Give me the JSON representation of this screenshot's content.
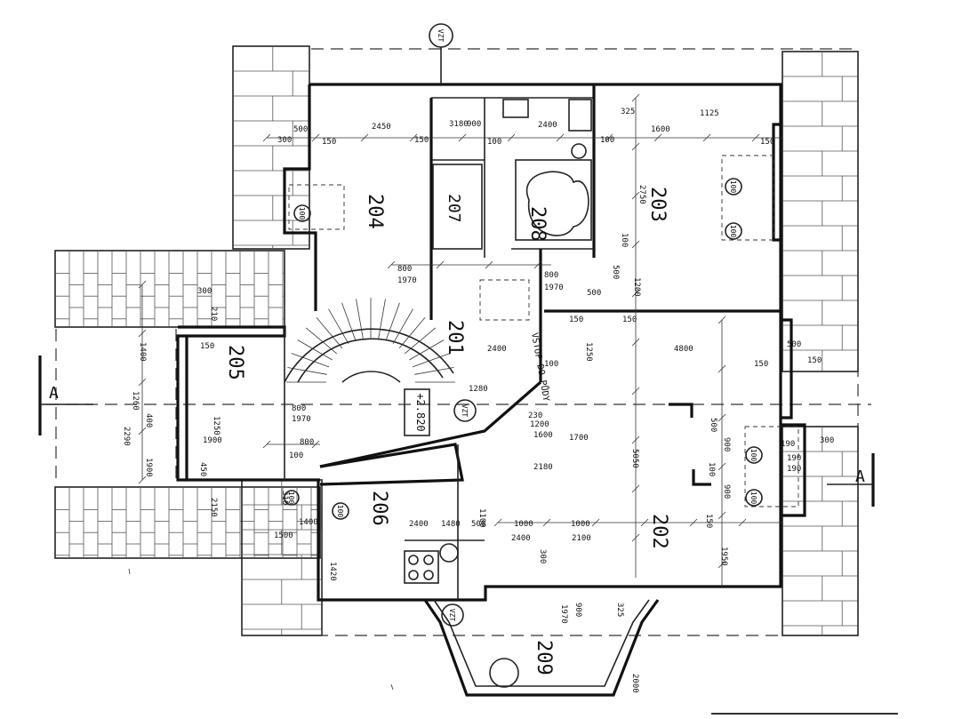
{
  "rooms": [
    {
      "id": "201",
      "label": "201"
    },
    {
      "id": "202",
      "label": "202"
    },
    {
      "id": "203",
      "label": "203"
    },
    {
      "id": "204",
      "label": "204"
    },
    {
      "id": "205",
      "label": "205"
    },
    {
      "id": "206",
      "label": "206"
    },
    {
      "id": "207",
      "label": "207"
    },
    {
      "id": "208",
      "label": "208"
    },
    {
      "id": "209",
      "label": "209"
    }
  ],
  "section_markers": {
    "left": "A",
    "right": "A"
  },
  "vzt_markers": [
    "VZT",
    "VZT",
    "VZT"
  ],
  "level_mark": "+2.820",
  "entrance_note": "VSTUP DO PŮDY",
  "dimensions": {
    "top_row": [
      "300",
      "500",
      "150",
      "2450",
      "150",
      "3180",
      "900",
      "100",
      "2400",
      "100",
      "1600",
      "150",
      "325",
      "1125"
    ],
    "upper_mid": [
      "800",
      "1970",
      "800",
      "1970",
      "500",
      "150",
      "150",
      "2750",
      "1200",
      "100",
      "500"
    ],
    "middle": [
      "4800",
      "1250",
      "2400",
      "100",
      "1280",
      "1200",
      "150",
      "230",
      "1600",
      "1700",
      "2180"
    ],
    "left_block": [
      "300",
      "1400",
      "150",
      "210",
      "400",
      "1260",
      "1900",
      "2290",
      "1250",
      "1900",
      "450",
      "2150",
      "310"
    ],
    "lower": [
      "800",
      "1970",
      "800",
      "100",
      "2400",
      "1000",
      "1000",
      "2400",
      "2100",
      "300",
      "1480",
      "500",
      "1100",
      "1420",
      "1500",
      "1400"
    ],
    "right_block": [
      "500",
      "150",
      "190",
      "300",
      "190",
      "900",
      "100",
      "500",
      "190",
      "900",
      "150",
      "1950",
      "5050"
    ],
    "bottom": [
      "900",
      "1970",
      "325",
      "2000"
    ]
  },
  "circle_tags": [
    "100",
    "100",
    "100",
    "100",
    "100",
    "100",
    "100"
  ]
}
